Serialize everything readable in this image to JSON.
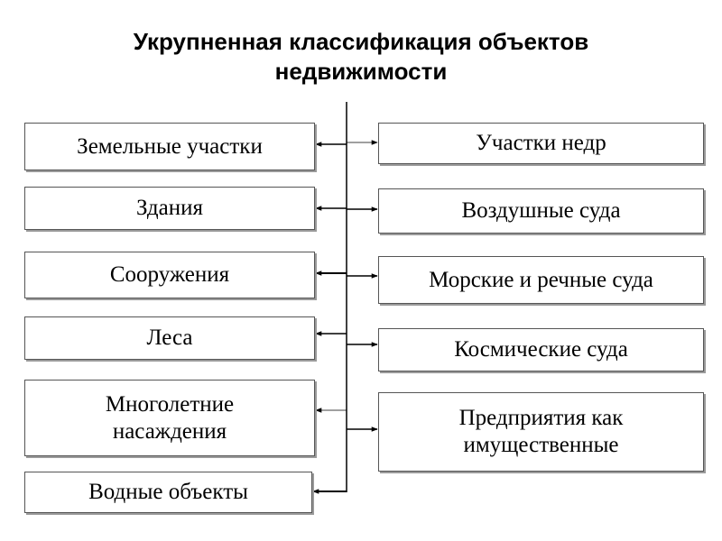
{
  "title": {
    "line1": "Укрупненная классификация объектов",
    "line2": "недвижимости"
  },
  "left": [
    {
      "line1": "Земельные участки"
    },
    {
      "line1": "Здания"
    },
    {
      "line1": "Сооружения"
    },
    {
      "line1": "Леса"
    },
    {
      "line1": "Многолетние",
      "line2": "насаждения"
    },
    {
      "line1": "Водные объекты"
    }
  ],
  "right": [
    {
      "line1": "Участки недр"
    },
    {
      "line1": "Воздушные суда"
    },
    {
      "line1": "Морские и речные суда"
    },
    {
      "line1": "Космические суда"
    },
    {
      "line1": "Предприятия как",
      "line2": "имущественные"
    }
  ]
}
